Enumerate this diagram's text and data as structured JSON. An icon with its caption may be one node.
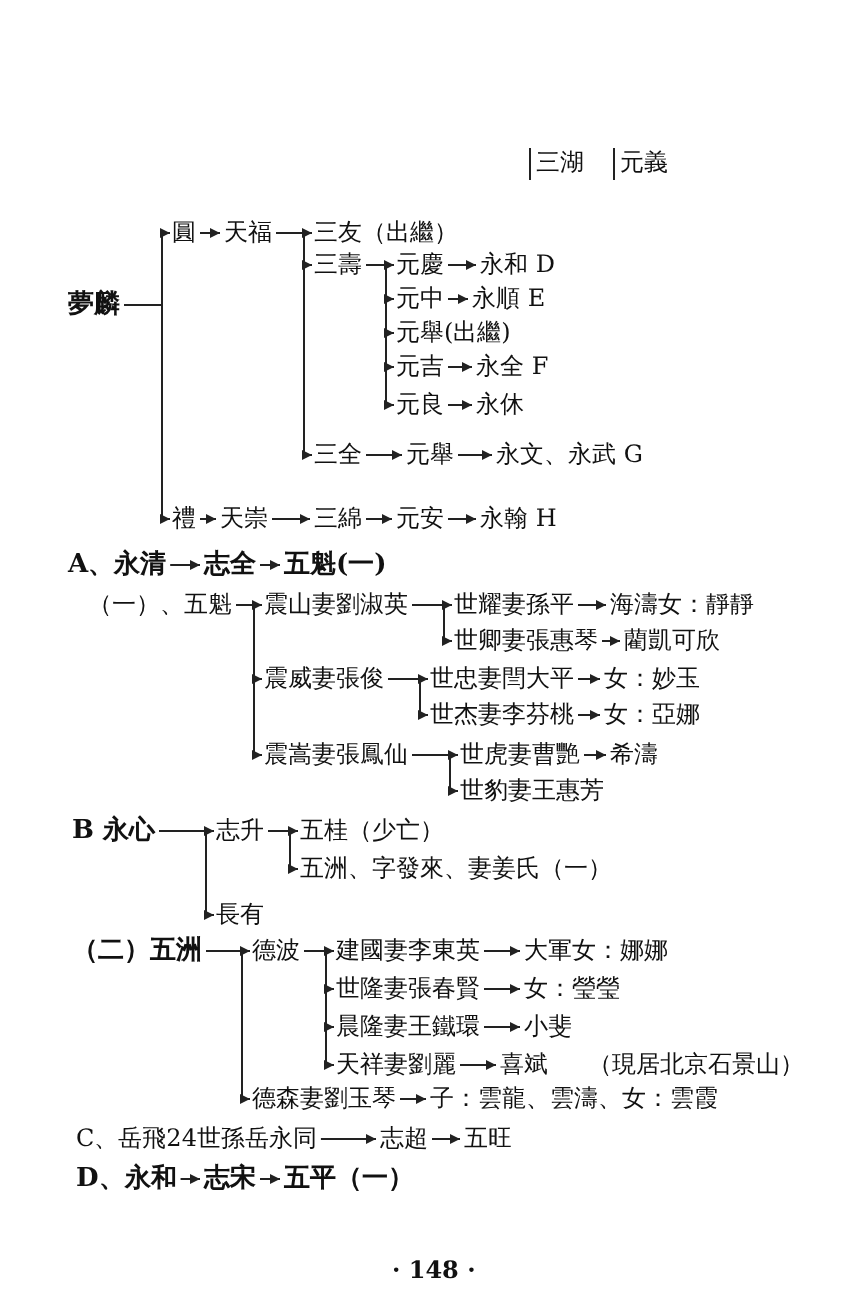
{
  "diagram": {
    "nodes": [
      {
        "text": [
          "夢麟"
        ]
      },
      {
        "text": [
          "圓"
        ]
      },
      {
        "text": [
          "天福"
        ]
      },
      {
        "text": [
          "三友（出繼）"
        ]
      },
      {
        "text": [
          "三壽"
        ]
      },
      {
        "text": [
          "元慶"
        ]
      },
      {
        "text": [
          "永和 D"
        ]
      },
      {
        "text": [
          "元中"
        ]
      },
      {
        "text": [
          "永順 E"
        ]
      },
      {
        "text": [
          "元舉(出繼)"
        ]
      },
      {
        "text": [
          "元吉"
        ]
      },
      {
        "text": [
          "永全 F"
        ]
      },
      {
        "text": [
          "元良"
        ]
      },
      {
        "text": [
          "永休"
        ]
      },
      {
        "text": [
          "三全"
        ]
      },
      {
        "text": [
          "元舉"
        ]
      },
      {
        "text": [
          "永文、永武 G"
        ]
      },
      {
        "text": [
          "禮"
        ]
      },
      {
        "text": [
          "天崇"
        ]
      },
      {
        "text": [
          "三綿"
        ]
      },
      {
        "text": [
          "元安"
        ]
      },
      {
        "text": [
          "永翰 H"
        ]
      },
      {
        "text": [
          "A、永清"
        ]
      },
      {
        "text": [
          "志全"
        ]
      },
      {
        "text": [
          "五魁(一)"
        ]
      },
      {
        "text": [
          "（一）、五魁"
        ]
      },
      {
        "text": [
          "震山妻劉淑英"
        ]
      },
      {
        "text": [
          "世耀妻孫平"
        ]
      },
      {
        "text": [
          "海濤女：靜靜"
        ]
      },
      {
        "text": [
          "世卿妻張惠琴"
        ]
      },
      {
        "text": [
          "藺凱可欣"
        ]
      },
      {
        "text": [
          "震威妻張俊"
        ]
      },
      {
        "text": [
          "世忠妻閆大平"
        ]
      },
      {
        "text": [
          "女：妙玉"
        ]
      },
      {
        "text": [
          "世杰妻李芬桃"
        ]
      },
      {
        "text": [
          "女：亞娜"
        ]
      },
      {
        "text": [
          "震嵩妻張鳳仙"
        ]
      },
      {
        "text": [
          "世虎妻曹艷"
        ]
      },
      {
        "text": [
          "希濤"
        ]
      },
      {
        "text": [
          "世豹妻王惠芳"
        ]
      },
      {
        "text": [
          "B 永心"
        ]
      },
      {
        "text": [
          "志升"
        ]
      },
      {
        "text": [
          "五桂（少亡）"
        ]
      },
      {
        "text": [
          "五洲、字發來、妻姜氏（一）"
        ]
      },
      {
        "text": [
          "長有"
        ]
      },
      {
        "text": [
          "（二）五洲"
        ]
      },
      {
        "text": [
          "德波"
        ]
      },
      {
        "text": [
          "建國妻李東英"
        ]
      },
      {
        "text": [
          "大軍女：娜娜"
        ]
      },
      {
        "text": [
          "世隆妻張春賢"
        ]
      },
      {
        "text": [
          "女：瑩瑩"
        ]
      },
      {
        "text": [
          "晨隆妻王鐵環"
        ]
      },
      {
        "text": [
          "小斐"
        ]
      },
      {
        "text": [
          "天祥妻劉麗"
        ]
      },
      {
        "text": [
          "喜斌"
        ],
        "beside": [
          "（現居北京石景山）"
        ]
      },
      {
        "text": [
          "德森妻劉玉琴"
        ]
      },
      {
        "text": [
          "子：雲龍、雲濤、女：雲霞"
        ]
      },
      {
        "text": [
          "C、岳飛24世孫岳永同"
        ]
      },
      {
        "text": [
          "志超"
        ]
      },
      {
        "text": [
          "五旺"
        ]
      },
      {
        "text": [
          "D、永和"
        ]
      },
      {
        "text": [
          "志宋"
        ]
      },
      {
        "text": [
          "五平（一）"
        ]
      }
    ],
    "edges": [
      {
        "from": 0,
        "to": 1,
        "arrow": "to"
      },
      {
        "from": 0,
        "to": 17,
        "arrow": "to"
      },
      {
        "from": 1,
        "to": 2,
        "arrow": "to"
      },
      {
        "from": 2,
        "to": 3,
        "arrow": "to"
      },
      {
        "from": 2,
        "to": 4,
        "arrow": "to"
      },
      {
        "from": 2,
        "to": 14,
        "arrow": "to"
      },
      {
        "from": 4,
        "to": 5,
        "arrow": "to"
      },
      {
        "from": 4,
        "to": 7,
        "arrow": "to"
      },
      {
        "from": 4,
        "to": 9,
        "arrow": "to"
      },
      {
        "from": 4,
        "to": 10,
        "arrow": "to"
      },
      {
        "from": 4,
        "to": 12,
        "arrow": "to"
      },
      {
        "from": 5,
        "to": 6,
        "arrow": "to"
      },
      {
        "from": 7,
        "to": 8,
        "arrow": "to"
      },
      {
        "from": 10,
        "to": 11,
        "arrow": "to"
      },
      {
        "from": 12,
        "to": 13,
        "arrow": "to"
      },
      {
        "from": 14,
        "to": 15,
        "arrow": "to"
      },
      {
        "from": 15,
        "to": 16,
        "arrow": "to"
      },
      {
        "from": 17,
        "to": 18,
        "arrow": "to"
      },
      {
        "from": 18,
        "to": 19,
        "arrow": "to"
      },
      {
        "from": 19,
        "to": 20,
        "arrow": "to"
      },
      {
        "from": 20,
        "to": 21,
        "arrow": "to"
      },
      {
        "from": 22,
        "to": 23,
        "arrow": "to"
      },
      {
        "from": 23,
        "to": 24,
        "arrow": "to"
      },
      {
        "from": 25,
        "to": 26,
        "arrow": "to"
      },
      {
        "from": 25,
        "to": 31,
        "arrow": "to"
      },
      {
        "from": 25,
        "to": 36,
        "arrow": "to"
      },
      {
        "from": 26,
        "to": 27,
        "arrow": "to"
      },
      {
        "from": 26,
        "to": 29,
        "arrow": "to"
      },
      {
        "from": 27,
        "to": 28,
        "arrow": "to"
      },
      {
        "from": 29,
        "to": 30,
        "arrow": "to"
      },
      {
        "from": 31,
        "to": 32,
        "arrow": "to"
      },
      {
        "from": 31,
        "to": 34,
        "arrow": "to"
      },
      {
        "from": 32,
        "to": 33,
        "arrow": "to"
      },
      {
        "from": 34,
        "to": 35,
        "arrow": "to"
      },
      {
        "from": 36,
        "to": 37,
        "arrow": "to"
      },
      {
        "from": 36,
        "to": 39,
        "arrow": "to"
      },
      {
        "from": 37,
        "to": 38,
        "arrow": "to"
      },
      {
        "from": 40,
        "to": 41,
        "arrow": "to"
      },
      {
        "from": 40,
        "to": 44,
        "arrow": "to"
      },
      {
        "from": 41,
        "to": 42,
        "arrow": "to"
      },
      {
        "from": 41,
        "to": 43,
        "arrow": "to"
      },
      {
        "from": 45,
        "to": 46,
        "arrow": "to"
      },
      {
        "from": 45,
        "to": 55,
        "arrow": "to"
      },
      {
        "from": 46,
        "to": 47,
        "arrow": "to"
      },
      {
        "from": 46,
        "to": 49,
        "arrow": "to"
      },
      {
        "from": 46,
        "to": 51,
        "arrow": "to"
      },
      {
        "from": 46,
        "to": 53,
        "arrow": "to"
      },
      {
        "from": 47,
        "to": 48,
        "arrow": "to"
      },
      {
        "from": 49,
        "to": 50,
        "arrow": "to"
      },
      {
        "from": 51,
        "to": 52,
        "arrow": "to"
      },
      {
        "from": 53,
        "to": 54,
        "arrow": "to"
      },
      {
        "from": 55,
        "to": 56,
        "arrow": "to"
      },
      {
        "from": 57,
        "to": 58,
        "arrow": "to"
      },
      {
        "from": 58,
        "to": 59,
        "arrow": "to"
      },
      {
        "from": 60,
        "to": 61,
        "arrow": "to"
      },
      {
        "from": 61,
        "to": 62,
        "arrow": "to"
      }
    ],
    "labels": [
      "三湖",
      "元義",
      "· 148 ·"
    ]
  }
}
